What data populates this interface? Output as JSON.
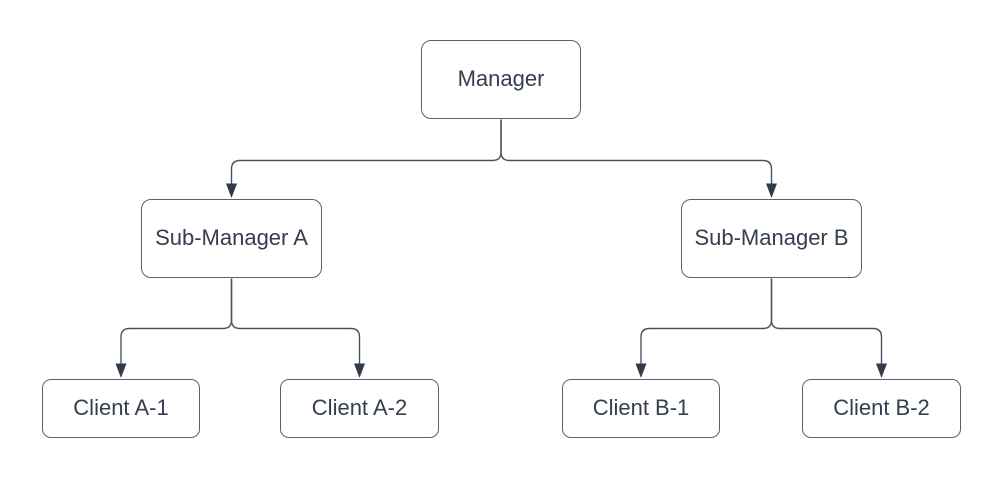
{
  "diagram": {
    "type": "org-chart",
    "nodes": [
      {
        "id": "manager",
        "label": "Manager"
      },
      {
        "id": "sub-manager-a",
        "label": "Sub-Manager A"
      },
      {
        "id": "sub-manager-b",
        "label": "Sub-Manager B"
      },
      {
        "id": "client-a-1",
        "label": "Client A-1"
      },
      {
        "id": "client-a-2",
        "label": "Client A-2"
      },
      {
        "id": "client-b-1",
        "label": "Client B-1"
      },
      {
        "id": "client-b-2",
        "label": "Client B-2"
      }
    ],
    "edges": [
      {
        "from": "manager",
        "to": "sub-manager-a",
        "arrow": "filled-triangle-at-target"
      },
      {
        "from": "manager",
        "to": "sub-manager-b",
        "arrow": "filled-triangle-at-target"
      },
      {
        "from": "sub-manager-a",
        "to": "client-a-1",
        "arrow": "filled-triangle-at-target"
      },
      {
        "from": "sub-manager-a",
        "to": "client-a-2",
        "arrow": "filled-triangle-at-target"
      },
      {
        "from": "sub-manager-b",
        "to": "client-b-1",
        "arrow": "filled-triangle-at-target"
      },
      {
        "from": "sub-manager-b",
        "to": "client-b-2",
        "arrow": "filled-triangle-at-target"
      }
    ],
    "colors": {
      "background": "#ffffff",
      "node_fill": "#ffffff",
      "node_border": "#596170",
      "connector": "#4a5260",
      "arrowhead": "#323b49",
      "text": "#343e4d"
    }
  }
}
